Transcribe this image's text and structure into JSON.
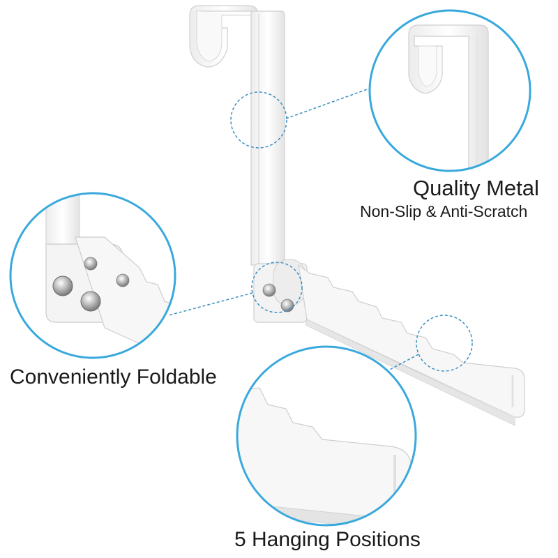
{
  "features": {
    "metal_title": "Quality Metal",
    "metal_subtitle": "Non-Slip & Anti-Scratch",
    "foldable": "Conveniently Foldable",
    "hanging": "5 Hanging Positions"
  },
  "colors": {
    "accent_circle": "#39a9dc",
    "dashed_callout": "#3a8fc2",
    "metal_white": "#f6f6f6",
    "outline": "#d2d2d2",
    "rivet": "#9a9a9a"
  }
}
